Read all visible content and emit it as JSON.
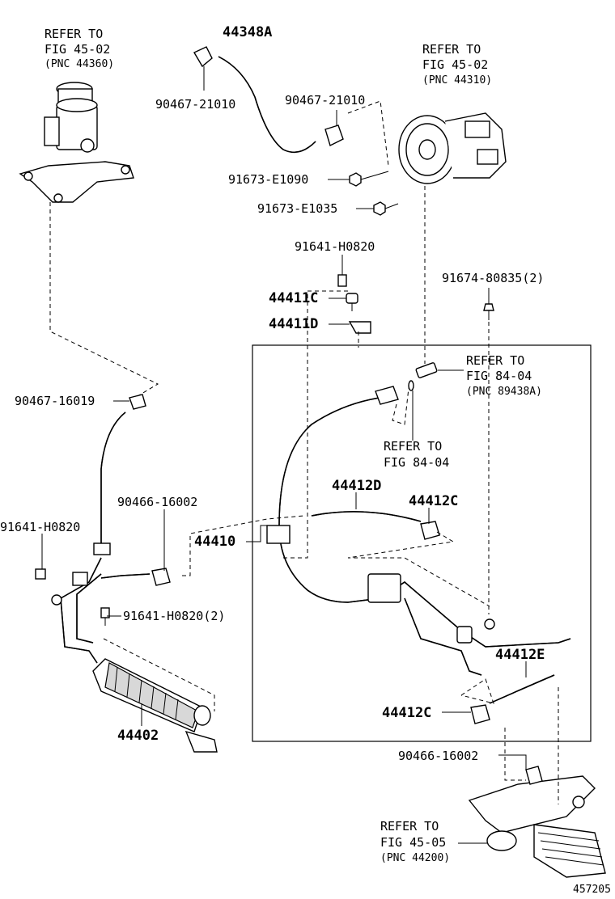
{
  "refs": {
    "reservoir": {
      "line1": "REFER TO",
      "line2": "FIG 45-02",
      "line3": "(PNC 44360)"
    },
    "pump": {
      "line1": "REFER TO",
      "line2": "FIG 45-02",
      "line3": "(PNC 44310)"
    },
    "sensor": {
      "line1": "REFER TO",
      "line2": "FIG 84-04",
      "line3": "(PNC 89438A)"
    },
    "sensor2": {
      "line1": "REFER TO",
      "line2": "FIG 84-04"
    },
    "gear": {
      "line1": "REFER TO",
      "line2": "FIG 45-05",
      "line3": "(PNC 44200)"
    }
  },
  "parts": {
    "p44348A": "44348A",
    "p90467_21010_a": "90467-21010",
    "p90467_21010_b": "90467-21010",
    "p91673_E1090": "91673-E1090",
    "p91673_E1035": "91673-E1035",
    "p91641_H0820_top": "91641-H0820",
    "p44411C": "44411C",
    "p44411D": "44411D",
    "p91674_80835": "91674-80835(2)",
    "p90467_16019": "90467-16019",
    "p44412D": "44412D",
    "p44412C_a": "44412C",
    "p90466_16002_a": "90466-16002",
    "p44410": "44410",
    "p91641_H0820_left": "91641-H0820",
    "p91641_H0820_2": "91641-H0820(2)",
    "p44412E": "44412E",
    "p44412C_b": "44412C",
    "p44402": "44402",
    "p90466_16002_b": "90466-16002"
  },
  "figure_id": "457205"
}
